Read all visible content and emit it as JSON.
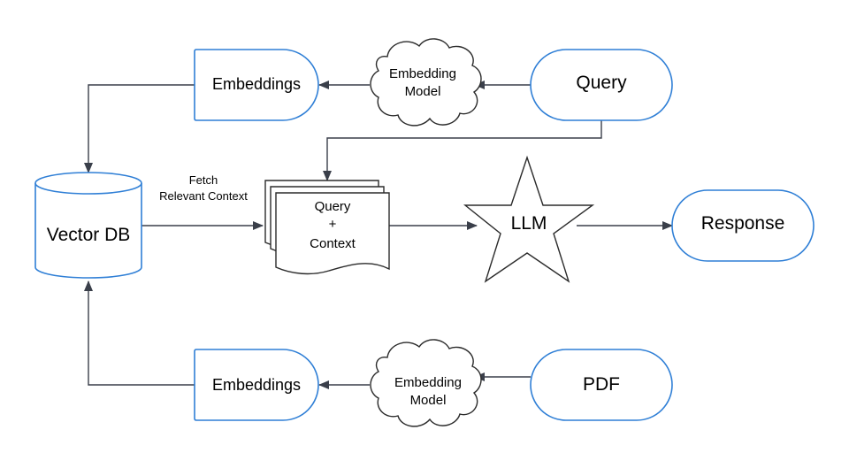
{
  "nodes": {
    "query": "Query",
    "embeddings_top": "Embeddings",
    "embedding_model_top": [
      "Embedding",
      "Model"
    ],
    "vector_db": "Vector DB",
    "query_context": [
      "Query",
      "+",
      "Context"
    ],
    "llm": "LLM",
    "response": "Response",
    "pdf": "PDF",
    "embeddings_bottom": "Embeddings",
    "embedding_model_bottom": [
      "Embedding",
      "Model"
    ]
  },
  "edges": {
    "fetch_label": [
      "Fetch",
      "Relevant Context"
    ]
  },
  "colors": {
    "node_stroke": "#2f7fd6",
    "shape_stroke": "#2b2b2b",
    "edge": "#3a3f4a"
  }
}
